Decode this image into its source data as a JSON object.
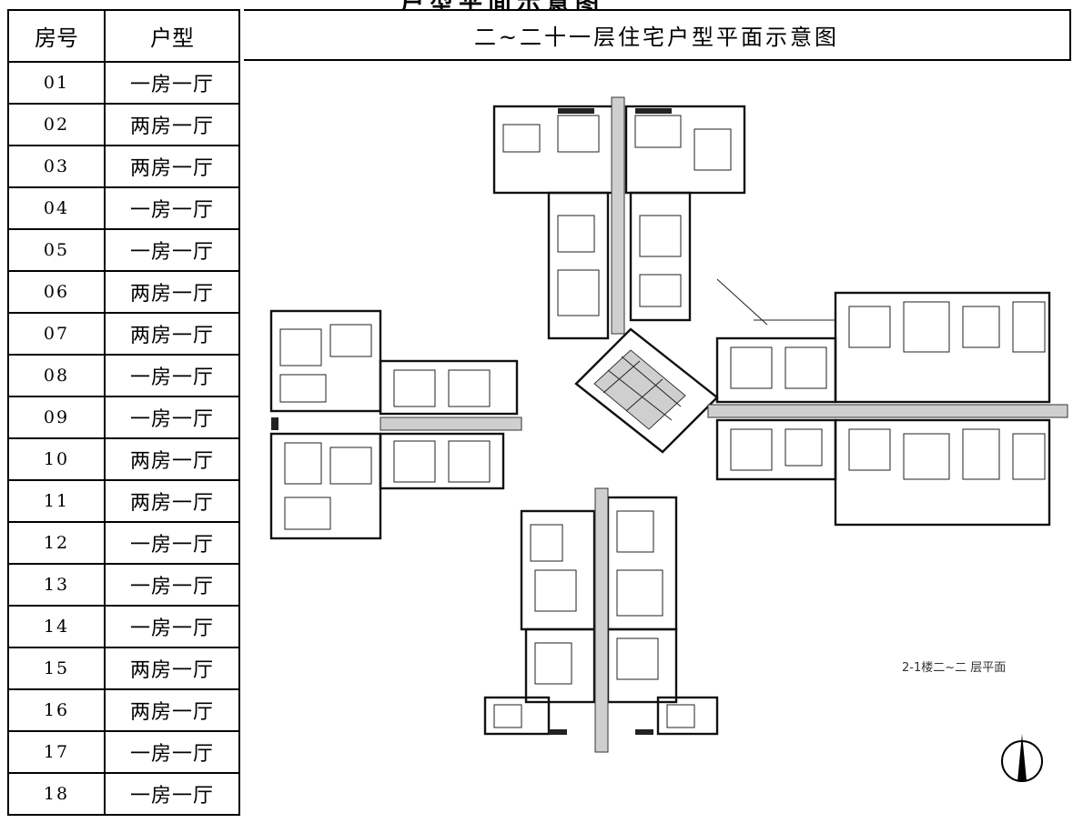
{
  "title": "户型平面示意图",
  "table": {
    "header_no": "房号",
    "header_type": "户型",
    "rows": [
      {
        "no": "01",
        "type": "一房一厅"
      },
      {
        "no": "02",
        "type": "两房一厅"
      },
      {
        "no": "03",
        "type": "两房一厅"
      },
      {
        "no": "04",
        "type": "一房一厅"
      },
      {
        "no": "05",
        "type": "一房一厅"
      },
      {
        "no": "06",
        "type": "两房一厅"
      },
      {
        "no": "07",
        "type": "两房一厅"
      },
      {
        "no": "08",
        "type": "一房一厅"
      },
      {
        "no": "09",
        "type": "一房一厅"
      },
      {
        "no": "10",
        "type": "两房一厅"
      },
      {
        "no": "11",
        "type": "两房一厅"
      },
      {
        "no": "12",
        "type": "一房一厅"
      },
      {
        "no": "13",
        "type": "一房一厅"
      },
      {
        "no": "14",
        "type": "一房一厅"
      },
      {
        "no": "15",
        "type": "两房一厅"
      },
      {
        "no": "16",
        "type": "两房一厅"
      },
      {
        "no": "17",
        "type": "一房一厅"
      },
      {
        "no": "18",
        "type": "一房一厅"
      }
    ]
  },
  "plan": {
    "header": "二~二十一层住宅户型平面示意图",
    "caption": "2-1楼二~二 层平面",
    "north_arrow": "north-arrow-icon"
  }
}
